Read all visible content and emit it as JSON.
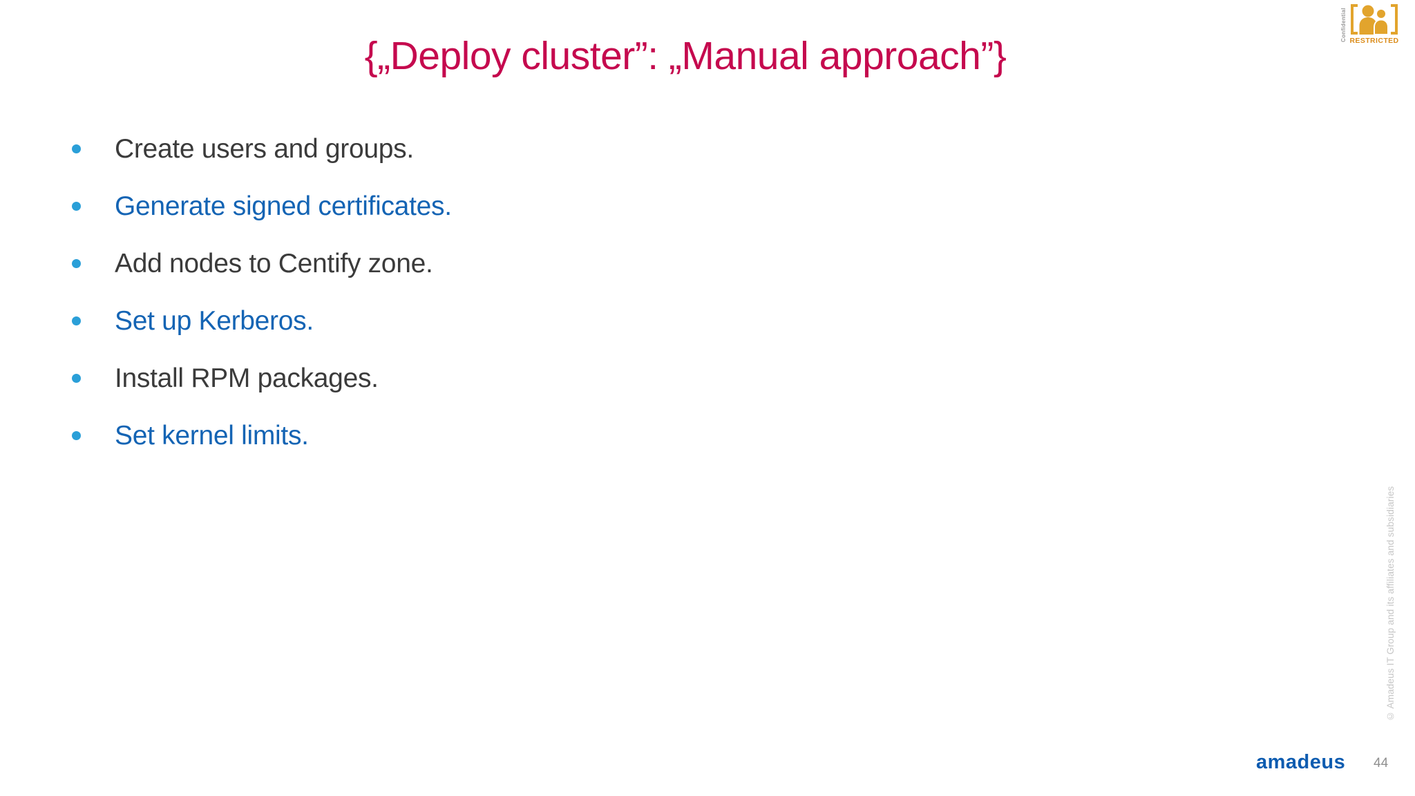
{
  "title": "{„Deploy cluster”: „Manual approach”}",
  "bullets": [
    {
      "text": "Create users and groups.",
      "tone": "dark"
    },
    {
      "text": "Generate signed certificates.",
      "tone": "blue"
    },
    {
      "text": "Add nodes to Centify zone.",
      "tone": "dark"
    },
    {
      "text": "Set up Kerberos.",
      "tone": "blue"
    },
    {
      "text": "Install RPM packages.",
      "tone": "dark"
    },
    {
      "text": "Set kernel limits.",
      "tone": "blue"
    }
  ],
  "badge": {
    "confidential_label": "Confidential",
    "restricted_label": "RESTRICTED"
  },
  "copyright": "© Amadeus IT Group and its affiliates and subsidiaries",
  "footer": {
    "logo_text": "amadeus",
    "page_number": "44"
  },
  "colors": {
    "title_crimson": "#C5094E",
    "body_dark": "#3B3B3B",
    "body_blue": "#1464B4",
    "bullet_dot_blue": "#2A9FD8",
    "logo_blue": "#0E5CB0",
    "restricted_orange": "#DB8C1A",
    "badge_amber": "#E2A42D",
    "copyright_gray": "#C6C6C6",
    "background": "#FFFFFF"
  }
}
